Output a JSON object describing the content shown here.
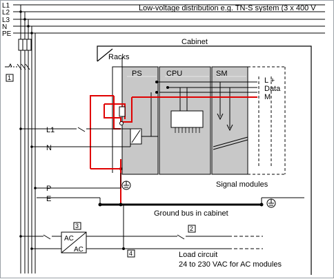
{
  "title": "Low-voltage distribution e.g. TN-S system (3 x 400 V",
  "cabinet_label": "Cabinet",
  "racks_label": "Racks",
  "lines": {
    "l1": "L1",
    "l2": "L2",
    "l3": "L3",
    "n": "N",
    "pe": "PE"
  },
  "module_labels": {
    "ps": "PS",
    "cpu": "CPU",
    "sm": "SM"
  },
  "bus_labels": {
    "lplus": "L +",
    "data": "Data",
    "m": "M"
  },
  "feed_labels": {
    "l1": "L1",
    "n": "N",
    "p": "P",
    "e": "E"
  },
  "signal_modules": "Signal modules",
  "ground_bus": "Ground bus in cabinet",
  "ac_top": "AC",
  "ac_bottom": "AC",
  "refs": {
    "r1": "1",
    "r2": "2",
    "r3": "3",
    "r4": "4"
  },
  "load_circuit": {
    "line1": "Load circuit",
    "line2": "24 to 230 VAC for AC modules"
  },
  "colors": {
    "red_wire": "#e00000",
    "module_fill": "#c8c8c8",
    "line": "#000000"
  }
}
